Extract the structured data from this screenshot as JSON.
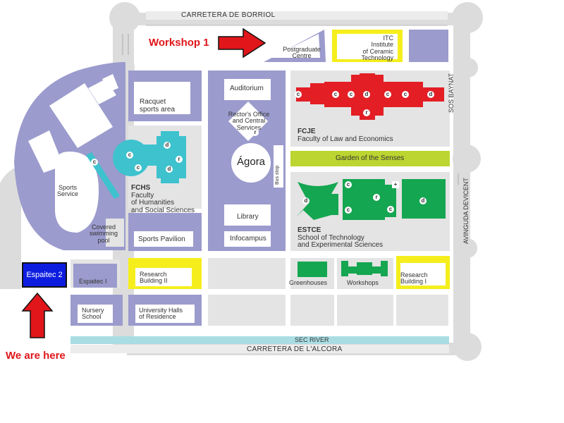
{
  "roads": {
    "top": "CARRETERA DE BORRIOL",
    "bottom": "CARRETERA DE L'ALCORA",
    "river": "SEC RIVER",
    "right_top": "SOS BAYNAT",
    "right_bottom": "AVINGUDA DEVICENT"
  },
  "buildings": {
    "postgraduate": "Postgraduate Centre",
    "itc": [
      "ITC",
      "Institute",
      "of Ceramic",
      "Technology"
    ],
    "racquet": [
      "Racquet",
      "sports area"
    ],
    "auditorium": "Auditorium",
    "rector": [
      "Rector's Office",
      "and Central",
      "Services"
    ],
    "agora": "Ágora",
    "bus_stop": "Bus stop",
    "library": "Library",
    "infocampus": "Infocampus",
    "sports_service": [
      "Sports",
      "Service"
    ],
    "swimming_pool": [
      "Covered",
      "swimming",
      "pool"
    ],
    "sports_pavilion": "Sports Pavilion",
    "espaitec1": "Espaitec I",
    "research2": [
      "Research",
      "Building II"
    ],
    "nursery": [
      "Nursery",
      "School"
    ],
    "halls": [
      "University Halls",
      "of Residence"
    ],
    "garden": "Garden of the Senses",
    "greenhouses": "Greenhouses",
    "workshops": "Workshops",
    "research1": [
      "Research",
      "Building I"
    ]
  },
  "faculties": {
    "fchs": {
      "code": "FCHS",
      "name": [
        "Faculty",
        "of Humanities",
        "and Social Sciences"
      ]
    },
    "fcje": {
      "code": "FCJE",
      "name": [
        "Faculty of Law and Economics"
      ]
    },
    "estce": {
      "code": "ESTCE",
      "name": [
        "School of Technology",
        "and Experimental Sciences"
      ]
    }
  },
  "markers": {
    "espaitec2": "Espaitec 2",
    "workshop1_label": "Workshop 1",
    "we_are_here": "We are here"
  },
  "glyphs": {
    "c": "c",
    "d": "d",
    "r": "r",
    "plus": "+"
  },
  "colors": {
    "road": "#dcdcdc",
    "lavender": "#9b9bcd",
    "block_grey": "#e4e4e4",
    "yellow": "#f5ee1c",
    "red": "#e31e24",
    "teal": "#3dc2ce",
    "green": "#14a650",
    "lime": "#bcd530",
    "river": "#a9dde3",
    "marker_blue": "#0d1de0",
    "arrow_red": "#e0161a"
  }
}
